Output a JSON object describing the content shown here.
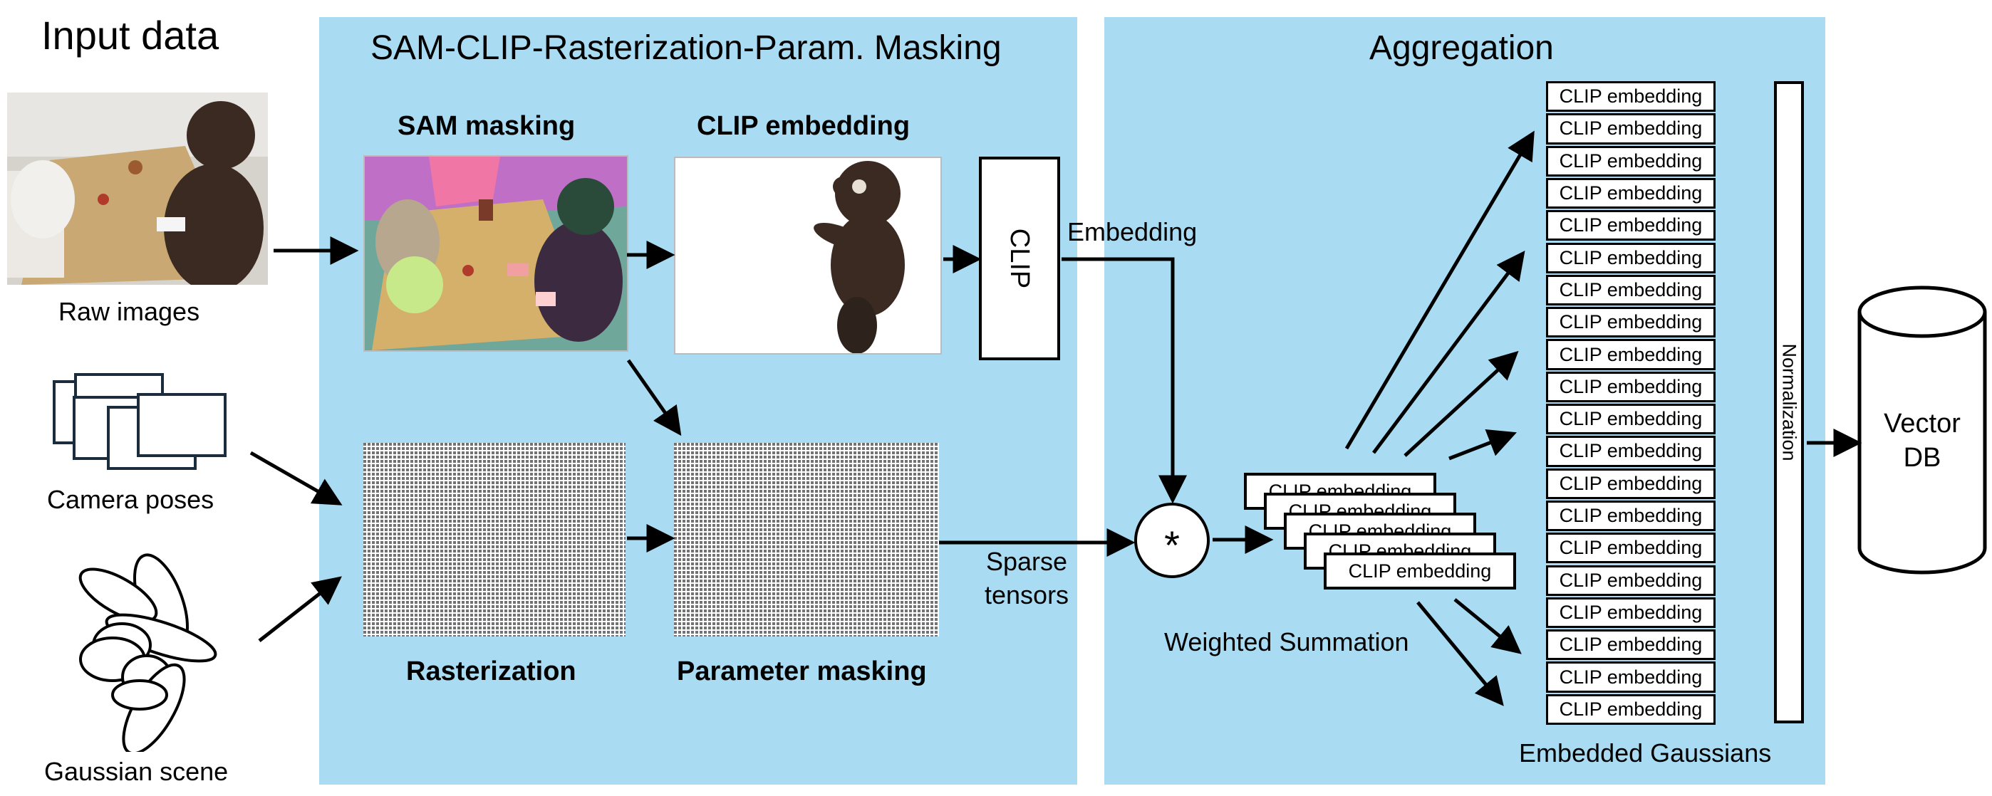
{
  "input": {
    "title": "Input data",
    "raw_images_label": "Raw images",
    "camera_poses_label": "Camera poses",
    "gaussian_scene_label": "Gaussian scene"
  },
  "pipeline": {
    "title": "SAM-CLIP-Rasterization-Param. Masking",
    "sam_label": "SAM masking",
    "clip_embedding_label": "CLIP embedding",
    "clip_box_label": "CLIP",
    "embedding_label": "Embedding",
    "rasterization_label": "Rasterization",
    "param_masking_label": "Parameter masking",
    "sparse_tensors_label": "Sparse\ntensors"
  },
  "aggregation": {
    "title": "Aggregation",
    "multiply_symbol": "*",
    "weighted_summation_label": "Weighted Summation",
    "stack_cards": [
      "CLIP embedding",
      "CLIP embedding",
      "CLIP embedding",
      "CLIP embedding",
      "CLIP embedding"
    ],
    "embedded_gaussians": [
      "CLIP embedding",
      "CLIP embedding",
      "CLIP embedding",
      "CLIP embedding",
      "CLIP embedding",
      "CLIP embedding",
      "CLIP embedding",
      "CLIP embedding",
      "CLIP embedding",
      "CLIP embedding",
      "CLIP embedding",
      "CLIP embedding",
      "CLIP embedding",
      "CLIP embedding",
      "CLIP embedding",
      "CLIP embedding",
      "CLIP embedding",
      "CLIP embedding",
      "CLIP embedding",
      "CLIP embedding"
    ],
    "embedded_gaussians_label": "Embedded Gaussians",
    "normalization_label": "Normalization",
    "vector_db_label": "Vector\nDB"
  },
  "colors": {
    "panel": "#a9dcf3",
    "arrow": "#000000"
  }
}
